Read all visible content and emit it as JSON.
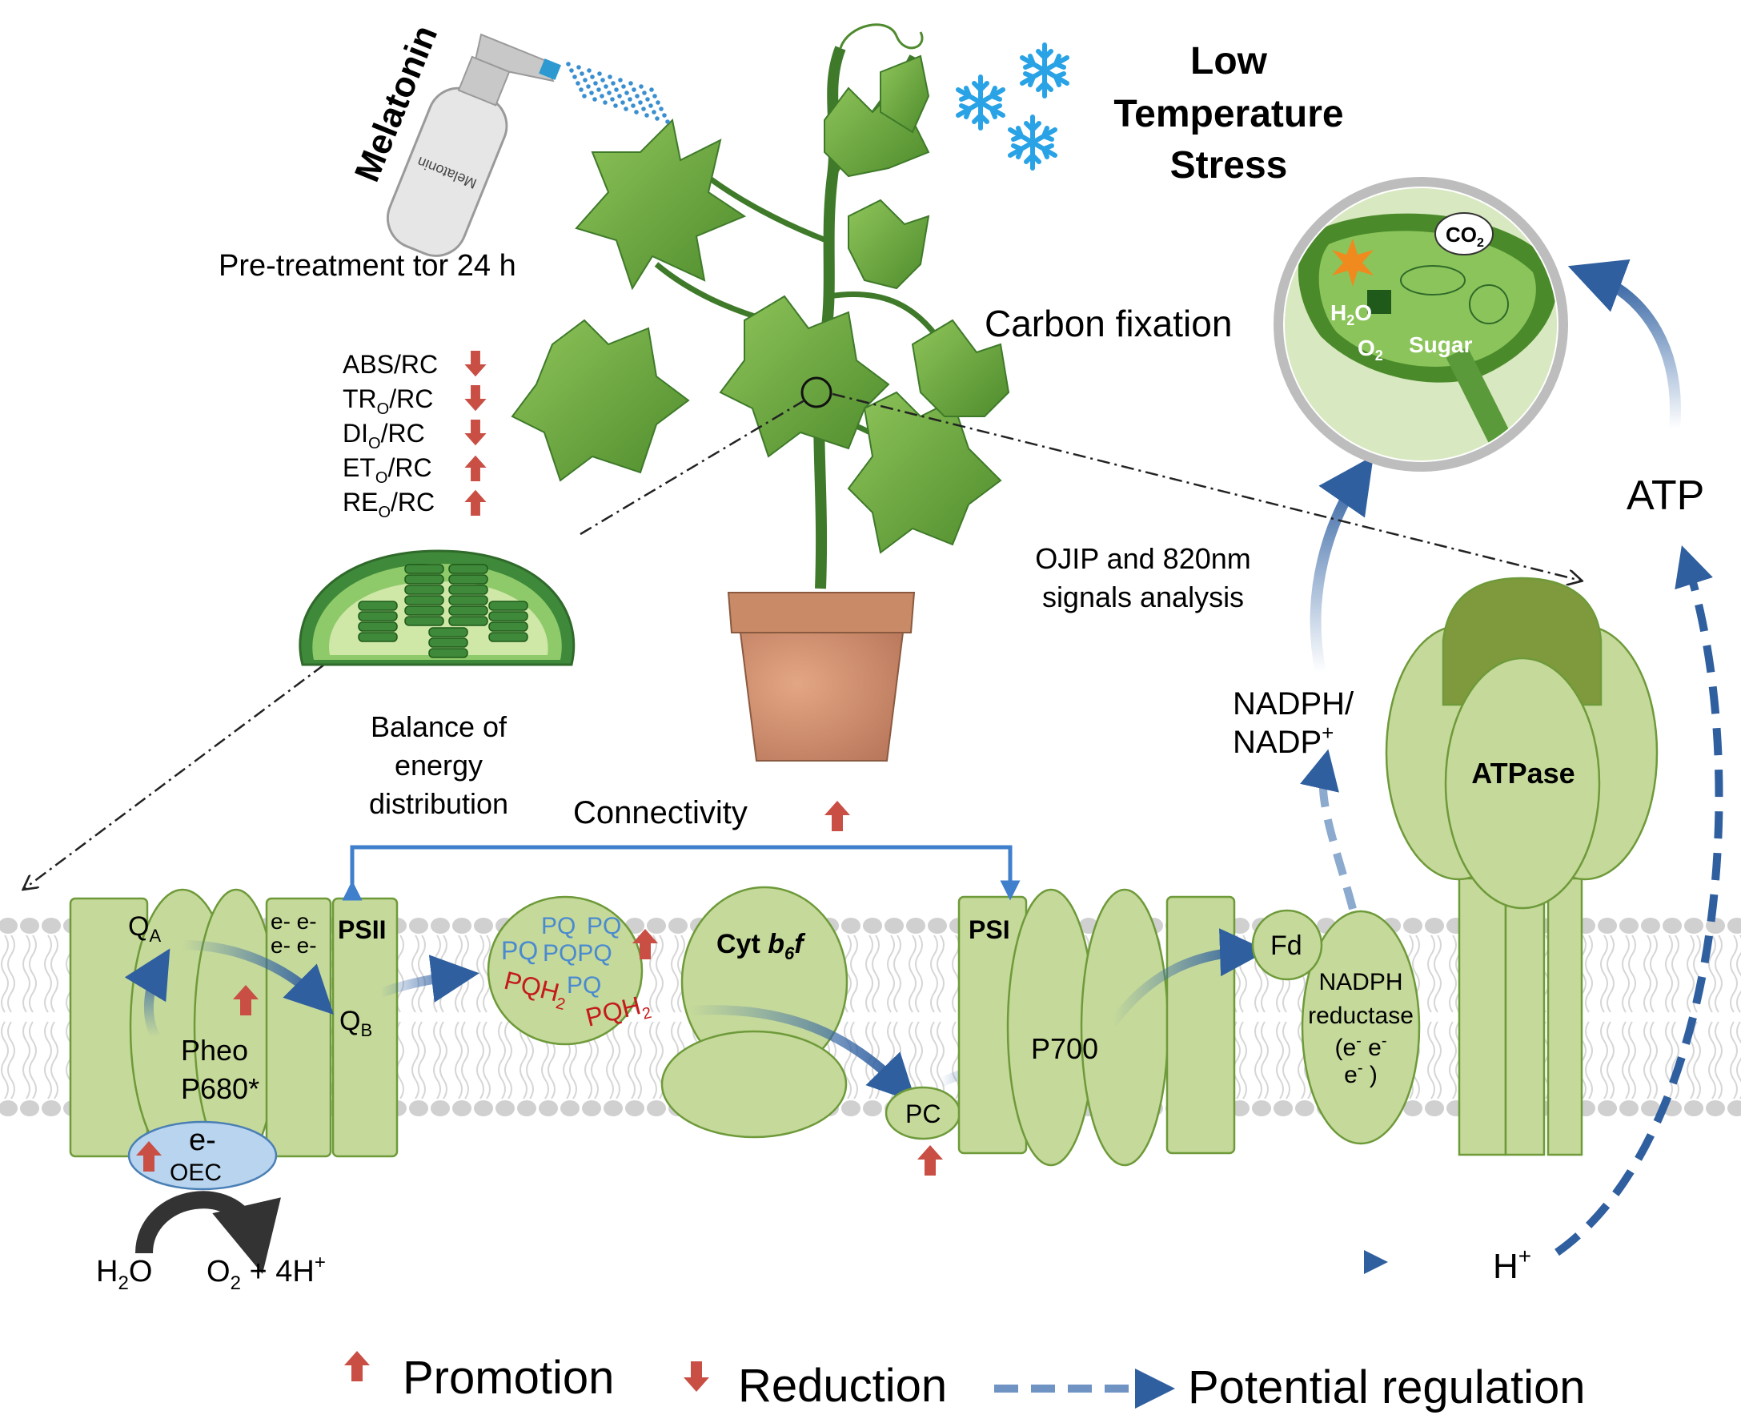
{
  "header": {
    "melatonin_label": "Melatonin",
    "bottle_label": "Melatonin",
    "stress_title": [
      "Low",
      "Temperature",
      "Stress"
    ],
    "pretreatment": "Pre-treatment tor 24 h"
  },
  "parameters": [
    {
      "name": "ABS/RC",
      "trend": "down"
    },
    {
      "name": "TRO/RC",
      "trend": "down"
    },
    {
      "name": "DIO/RC",
      "trend": "down"
    },
    {
      "name": "ETO/RC",
      "trend": "up"
    },
    {
      "name": "REO/RC",
      "trend": "up"
    }
  ],
  "chloroplast_caption": [
    "Balance of",
    "energy",
    "distribution"
  ],
  "ojip_caption": [
    "OJIP and 820nm",
    "signals analysis"
  ],
  "carbon_fixation": {
    "label": "Carbon fixation",
    "co2": "CO2",
    "h2o": "H2O",
    "o2": "O2",
    "sugar": "Sugar"
  },
  "connectivity": {
    "label": "Connectivity",
    "trend": "up"
  },
  "atp_label": "ATP",
  "nadph_label": [
    "NADPH/",
    "NADP+"
  ],
  "atpase_label": "ATPase",
  "psii": {
    "title": "PSII",
    "qa": "QA",
    "qb": "QB",
    "electrons": [
      "e- e-",
      "e- e-"
    ],
    "pheo": "Pheo",
    "p680": "P680*",
    "oec_e": "e-",
    "oec": "OEC"
  },
  "pq_pool": {
    "pq_items": [
      "PQ",
      "PQ",
      "PQ",
      "PQPQ",
      "PQ"
    ],
    "pqh2_items": [
      "PQH2",
      "PQH2"
    ]
  },
  "cyt": {
    "label": "Cyt b6f"
  },
  "pc_label": "PC",
  "psi": {
    "title": "PSI",
    "p700": "P700"
  },
  "fd_label": "Fd",
  "nadph_reductase": [
    "NADPH",
    "reductase",
    "(e- e-",
    "e- )"
  ],
  "water_split": {
    "h2o": "H2O",
    "products": "O2 + 4H+"
  },
  "h_plus": "H+",
  "legend": {
    "promotion": "Promotion",
    "reduction": "Reduction",
    "potential": "Potential regulation"
  },
  "colors": {
    "membrane_green": "#c5d99a",
    "membrane_stroke": "#6e9a3a",
    "arrow_red": "#c94f45",
    "arrow_blue": "#3f6fad",
    "dark_green": "#7f9a3c",
    "oec_blue": "#b9d4ef"
  }
}
